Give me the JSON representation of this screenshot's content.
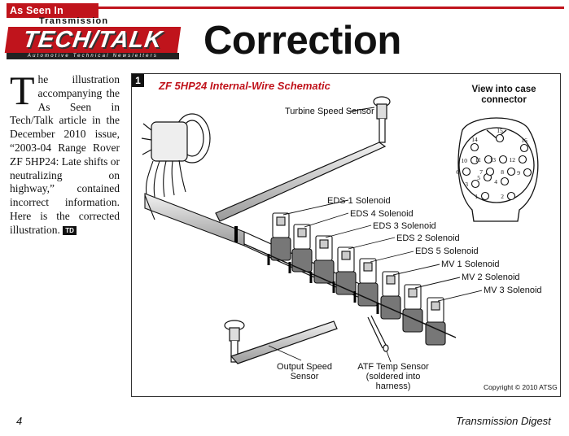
{
  "header": {
    "badge": "As Seen In",
    "transmission_word": "Transmission",
    "logo_main": "TECH/TALK",
    "logo_sub": "Automotive Technical Newsletters",
    "title": "Correction"
  },
  "article": {
    "drop_cap": "T",
    "body": "he illustration accompanying the As Seen in Tech/Talk article in the December 2010 issue, “2003-04 Range Rover ZF 5HP24: Late shifts or neutralizing on highway,” contained incorrect information. Here is the corrected illustration.",
    "end_badge": "TD"
  },
  "figure": {
    "number": "1",
    "title": "ZF 5HP24 Internal-Wire Schematic",
    "view_label": "View into case connector",
    "labels": {
      "turbine": "Turbine Speed Sensor",
      "eds1": "EDS 1 Solenoid",
      "eds4": "EDS 4 Solenoid",
      "eds3": "EDS 3 Solenoid",
      "eds2": "EDS 2 Solenoid",
      "eds5": "EDS 5 Solenoid",
      "mv1": "MV 1 Solenoid",
      "mv2": "MV 2 Solenoid",
      "mv3": "MV 3 Solenoid",
      "output": "Output Speed Sensor",
      "atf": "ATF Temp Sensor (soldered into harness)"
    },
    "connector_pins": [
      "1",
      "2",
      "3",
      "4",
      "5",
      "6",
      "7",
      "8",
      "9",
      "10",
      "11",
      "12",
      "13",
      "14",
      "15",
      "16"
    ],
    "copyright": "Copyright © 2010 ATSG"
  },
  "footer": {
    "page_number": "4",
    "publication": "Transmission Digest"
  },
  "colors": {
    "accent_red": "#c0141c",
    "ink": "#111111"
  }
}
